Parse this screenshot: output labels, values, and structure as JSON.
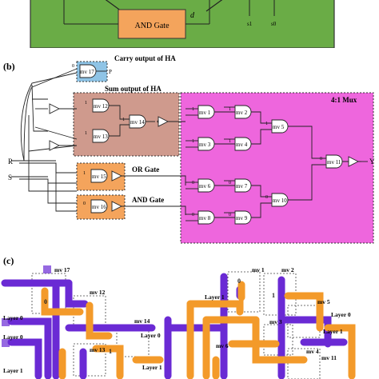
{
  "panel_a": {
    "and_gate_label": "AND Gate",
    "signal_d": "d",
    "signal_s1": "s1",
    "signal_s0": "s0"
  },
  "panel_b": {
    "panel_label": "(b)",
    "carry_label": "Carry output of HA",
    "sum_label": "Sum output of HA",
    "mux_label": "4:1 Mux",
    "or_gate_label": "OR Gate",
    "and_gate_label": "AND Gate",
    "input_r": "R",
    "input_s": "S",
    "output_y": "Y",
    "p_label": "P",
    "mv": {
      "mv17": "mv 17",
      "mv12": "mv 12",
      "mv13": "mv 13",
      "mv14": "mv 14",
      "mv15": "mv 15",
      "mv16": "mv 16",
      "mv1": "mv 1",
      "mv2": "mv 2",
      "mv3": "mv 3",
      "mv4": "mv 4",
      "mv5": "mv 5",
      "mv6": "mv 6",
      "mv7": "mv 7",
      "mv8": "mv 8",
      "mv9": "mv 9",
      "mv10": "mv 10",
      "mv11": "mv 11"
    },
    "one": "1",
    "zero": "0"
  },
  "panel_c": {
    "panel_label": "(c)",
    "mv17": "mv 17",
    "mv12": "mv 12",
    "mv14": "mv 14",
    "mv13": "mv 13",
    "mv1": "mv 1",
    "mv2": "mv 2",
    "mv5": "mv 5",
    "mv3": "mv 3",
    "mv6": "mv 6",
    "mv4": "mv 4",
    "mv11": "mv 11",
    "layer0": "Layer 0",
    "layer1": "Layer 1",
    "zero": "0",
    "one": "1"
  },
  "colors": {
    "green": "#6aac46",
    "orange": "#f4a45c",
    "salmon": "#cf9a8d",
    "magenta": "#ee66dd",
    "skyblue": "#8fc4e6",
    "purple": "#6a2ad4",
    "wireorange": "#f39a2a"
  }
}
